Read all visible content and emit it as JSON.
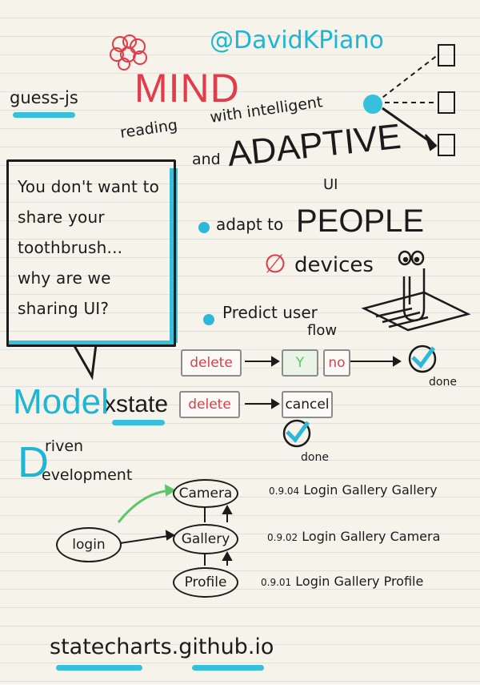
{
  "header": {
    "library": "guess-js",
    "mind": "MIND",
    "reading": "reading",
    "with_intelligent": "with intelligent",
    "and": "and",
    "adaptive": "ADAPTIVE",
    "ui": "UI",
    "handle": "@DavidKPiano"
  },
  "bubble": {
    "lines": [
      "You don't want to",
      "share your",
      "toothbrush...",
      "why are we",
      "sharing UI?"
    ]
  },
  "points": {
    "adapt_to": "adapt to",
    "people": "PEOPLE",
    "devices": "devices",
    "predict": "Predict user",
    "flow": "flow"
  },
  "flow1": {
    "delete": "delete",
    "yes": "Y",
    "no": "no",
    "done": "done"
  },
  "flow2": {
    "library": "xstate",
    "delete": "delete",
    "cancel": "cancel",
    "done": "done"
  },
  "mdd": {
    "model": "Model",
    "driven": "riven",
    "development": "evelopment"
  },
  "states": {
    "login": "login",
    "camera": "Camera",
    "gallery": "Gallery",
    "profile": "Profile"
  },
  "probabilities": [
    {
      "p": "0.9.04",
      "path": "Login Gallery Gallery"
    },
    {
      "p": "0.9.02",
      "path": "Login Gallery Camera"
    },
    {
      "p": "0.9.01",
      "path": "Login Gallery Profile"
    }
  ],
  "footer": {
    "url": "statecharts.github.io"
  },
  "colors": {
    "accent": "#36c0dc",
    "red": "#e23b4a",
    "ink": "#1b1b1b"
  }
}
